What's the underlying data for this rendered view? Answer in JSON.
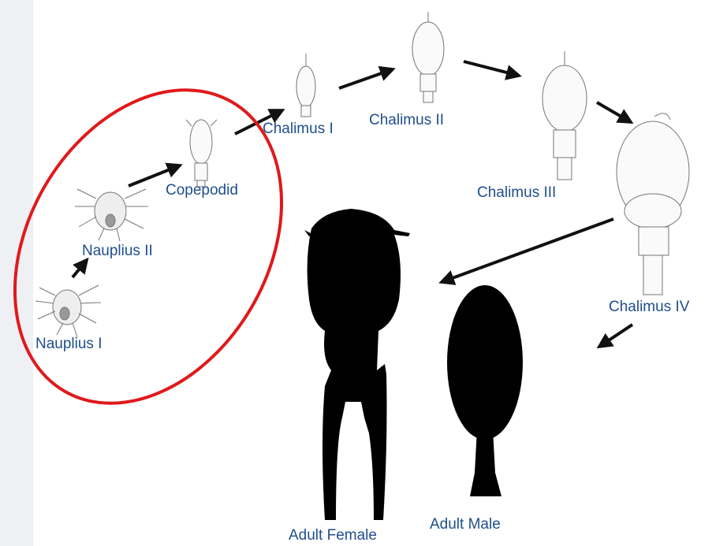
{
  "labels": {
    "nauplius1": "Nauplius I",
    "nauplius2": "Nauplius II",
    "copepodid": "Copepodid",
    "chalimus1": "Chalimus I",
    "chalimus2": "Chalimus II",
    "chalimus3": "Chalimus III",
    "chalimus4": "Chalimus IV",
    "adult_female": "Adult Female",
    "adult_male": "Adult Male"
  },
  "colors": {
    "label_text": "#1f4e8c",
    "highlight_ellipse": "#e0191b",
    "arrow": "#111111",
    "silhouette": "#000000",
    "drawing_line": "#8a8a8a"
  },
  "icons": {
    "stage_drawings": "copepod-line-drawing",
    "adult_silhouettes": "copepod-silhouette"
  }
}
